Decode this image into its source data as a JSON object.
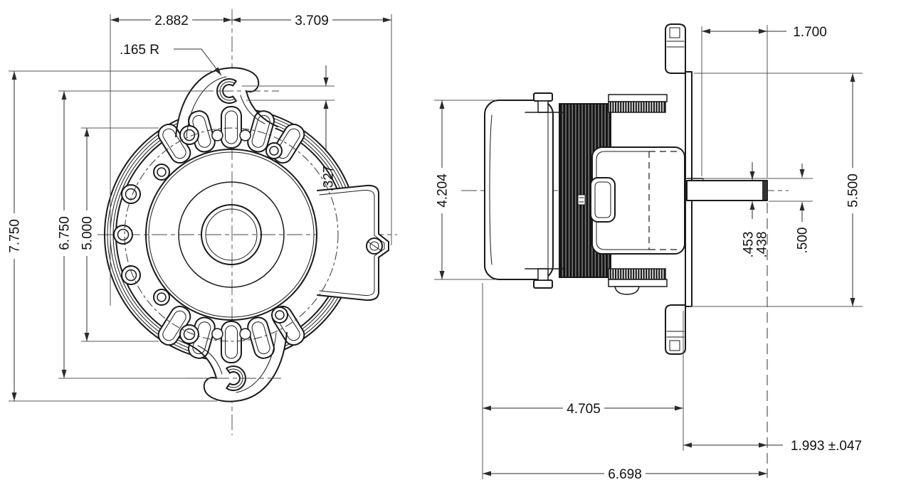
{
  "drawing": {
    "type": "engineering-drawing",
    "subject": "electric-motor-two-view",
    "colors": {
      "background": "#ffffff",
      "object_line": "#1a1a1a",
      "dimension_line": "#2b2b2b",
      "extension_line": "#555555",
      "stator_fill": "#141414"
    },
    "views": [
      {
        "id": "front-view",
        "description": "motor front face with mounting hooks and junction box"
      },
      {
        "id": "side-view",
        "description": "motor profile with flange bracket and shaft"
      }
    ]
  },
  "dims": {
    "d2882": "2.882",
    "d3709": "3.709",
    "r165": ".165 R",
    "d327": ".327",
    "d7750": "7.750",
    "d6750": "6.750",
    "d5000": "5.000",
    "d1700": "1.700",
    "d4204": "4.204",
    "d5500": "5.500",
    "d453": ".453",
    "d438": ".438",
    "d500": ".500",
    "d4705": "4.705",
    "d1993": "1.993 ±.047",
    "d6698": "6.698"
  }
}
